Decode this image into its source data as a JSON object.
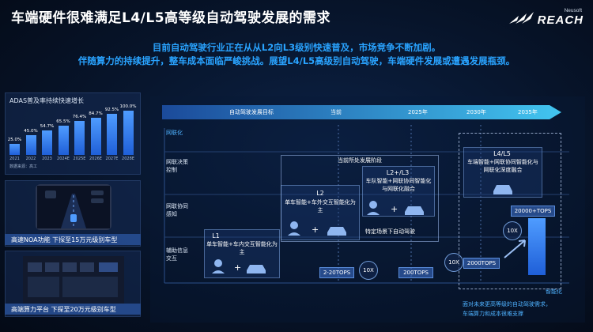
{
  "header": {
    "title": "车端硬件很难满足L4/L5高等级自动驾驶发展的需求",
    "logo_top": "Neusoft",
    "logo_main": "REACH"
  },
  "subtitle": {
    "line1": "目前自动驾驶行业正在从从L2向L3级别快速普及，市场竞争不断加剧。",
    "line2": "伴随算力的持续提升，整车成本面临严峻挑战。展望L4/L5高级别自动驾驶，车端硬件发展或遭遇发展瓶颈。"
  },
  "chart_data": {
    "type": "bar",
    "title": "ADAS普及率持续快速增长",
    "note": "数据来源：高工",
    "categories": [
      "2021",
      "2022",
      "2023",
      "2024E",
      "2025E",
      "2026E",
      "2027E",
      "2028E"
    ],
    "values": [
      25.0,
      45.0,
      54.7,
      65.5,
      76.4,
      84.7,
      92.5,
      100.0
    ],
    "value_labels": [
      "25.0%",
      "45.0%",
      "54.7%",
      "65.5%",
      "76.4%",
      "84.7%",
      "92.5%",
      "100.0%"
    ],
    "ylim": [
      0,
      100
    ],
    "grid": false,
    "color": "#3b82f6"
  },
  "cards": {
    "noa_caption": "高速NOA功能  下探至15万元级别车型",
    "platform_caption": "高端算力平台  下探至20万元级别车型"
  },
  "timeline": {
    "label_goal": "自动驾驶发展目标",
    "label_now": "当前",
    "y2025": "2025年",
    "y2030": "2030年",
    "y2035": "2035年"
  },
  "axis": {
    "y_label": "网联化",
    "x_label": "智能化"
  },
  "lanes": {
    "lane1": "网联决策控制",
    "lane2": "网联协同感知",
    "lane3": "辅助信息交互"
  },
  "stages": {
    "current_stage": "当前所处发展阶段",
    "l1_title": "L1",
    "l1_text": "单车智能+车内交互智能化为主",
    "l2_title": "L2",
    "l2_text": "单车智能+车外交互智能化为主",
    "l23_title": "L2+/L3",
    "l23_text": "车队智能+网联协同智能化与网联化融合",
    "l45_title": "L4/L5",
    "l45_text": "车端智能+网联协同智能化与网联化深度融合",
    "special_scene": "特定场景下自动驾驶"
  },
  "compute": {
    "t1": "2-20TOPS",
    "t2": "200TOPS",
    "t3": "2000TOPS",
    "t4": "20000+TOPS",
    "mult": "10X"
  },
  "footnote": {
    "line1": "面对未来更高等级的自动驾驶需求，",
    "line2": "车端算力和成本很难支撑"
  }
}
